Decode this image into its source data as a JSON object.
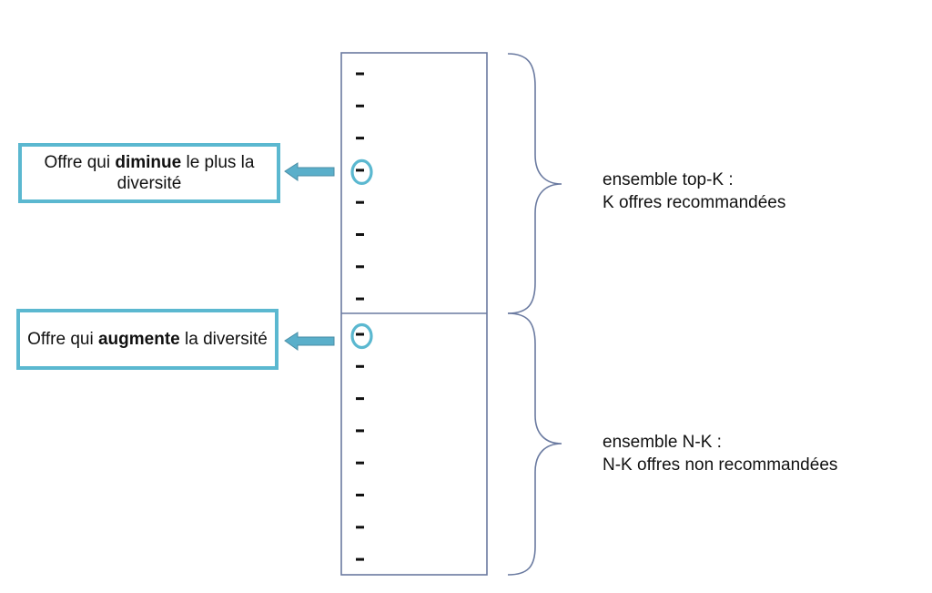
{
  "list": {
    "top_k": {
      "item_count": 8,
      "item_glyph": "-",
      "highlighted_index": 3
    },
    "n_minus_k": {
      "item_count": 8,
      "item_glyph": "-",
      "highlighted_index": 0
    }
  },
  "callouts": [
    {
      "prefix": "Offre qui ",
      "bold": "diminue",
      "suffix": " le plus la diversité"
    },
    {
      "prefix": "Offre qui ",
      "bold": "augmente",
      "suffix": " la diversité"
    }
  ],
  "labels": {
    "top_k": {
      "line1": "ensemble top-K :",
      "line2": "K offres recommandées"
    },
    "n_minus_k": {
      "line1": "ensemble N-K :",
      "line2": "N-K offres non recommandées"
    }
  },
  "colors": {
    "accent": "#5bb8d0",
    "arrow_fill": "#5aafca",
    "line": "#6a7aa0",
    "text": "#111111"
  }
}
